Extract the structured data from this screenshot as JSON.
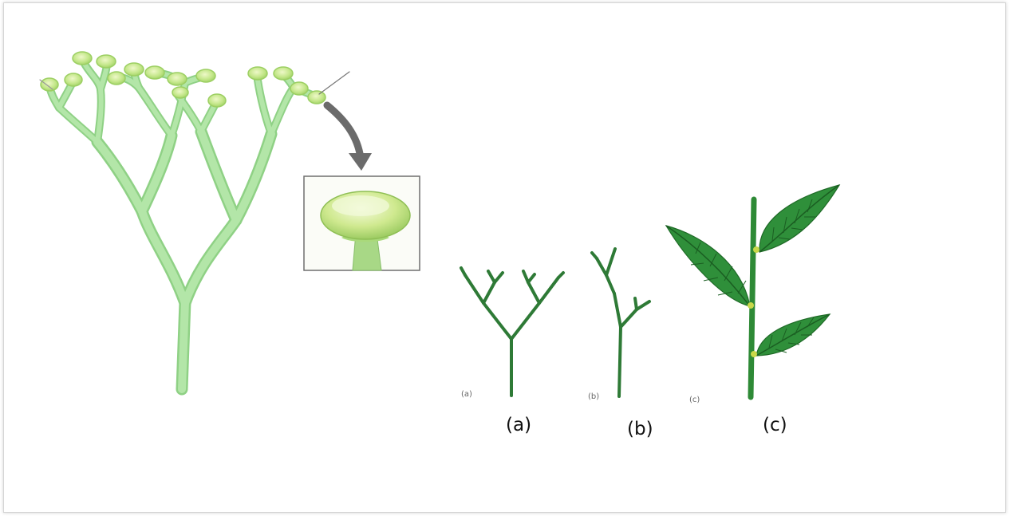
{
  "captions": {
    "a": "(a)",
    "b": "(b)",
    "c": "(c)"
  },
  "small_labels": {
    "a": "(a)",
    "b": "(b)",
    "c": "(c)"
  },
  "colors": {
    "stem_light": "#a8df9c",
    "stem_light_edge": "#86cc7e",
    "sporangium": "#c4e78a",
    "sporangium_edge": "#9ccf62",
    "dark_green": "#2e7a36",
    "leaf": "#2f8f3a",
    "leaf_vein": "#1b5e22",
    "node": "#c8d84a",
    "arrow": "#666666",
    "inset_border": "#6f6f6f"
  }
}
